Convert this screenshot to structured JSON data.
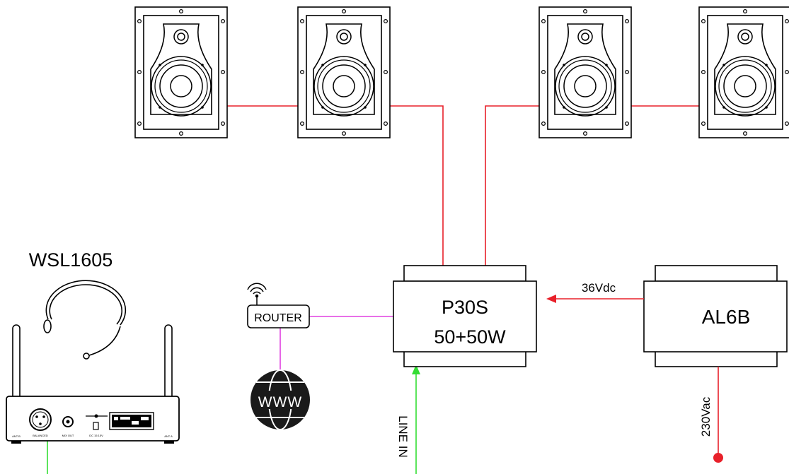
{
  "mic_system": {
    "label": "WSL1605"
  },
  "amplifier": {
    "name": "P30S",
    "power": "50+50W"
  },
  "power_supply": {
    "name": "AL6B"
  },
  "router": {
    "label": "ROUTER"
  },
  "internet": {
    "label": "WWW"
  },
  "connections": {
    "dc_supply": "36Vdc",
    "mains": "230Vac",
    "line_in": "LINE IN"
  },
  "colors": {
    "speaker_wire": "#e8202a",
    "network_wire": "#e040e0",
    "audio_wire": "#33dd33",
    "outline": "#000000"
  },
  "receiver_panel": {
    "ant_b": "ANT B",
    "balanced": "BALANCED",
    "mix_out": "MIX OUT",
    "dc": "DC 15 15V",
    "ant_a": "ANT A"
  }
}
